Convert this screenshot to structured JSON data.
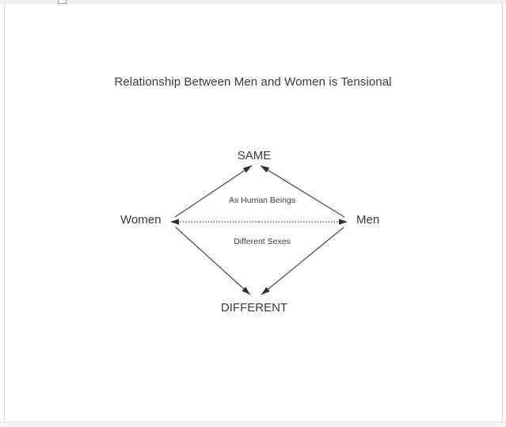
{
  "document": {
    "title": "Relationship Between Men and Women is Tensional"
  },
  "diagram": {
    "nodes": {
      "top": "SAME",
      "bottom": "DIFFERENT",
      "left": "Women",
      "right": "Men"
    },
    "edge_labels": {
      "upper": "As Human Beings",
      "lower": "Different Sexes"
    },
    "edges": [
      {
        "from": "Women",
        "to": "SAME",
        "style": "solid",
        "arrow": "to"
      },
      {
        "from": "Men",
        "to": "SAME",
        "style": "solid",
        "arrow": "to"
      },
      {
        "from": "Women",
        "to": "DIFFERENT",
        "style": "solid",
        "arrow": "to"
      },
      {
        "from": "Men",
        "to": "DIFFERENT",
        "style": "solid",
        "arrow": "to"
      },
      {
        "from": "Women",
        "to": "Men",
        "style": "dotted",
        "arrow": "both"
      }
    ],
    "colors": {
      "line": "#4c4c4c",
      "arrowhead": "#2e2e2e",
      "text": "#3a3a3a"
    }
  }
}
